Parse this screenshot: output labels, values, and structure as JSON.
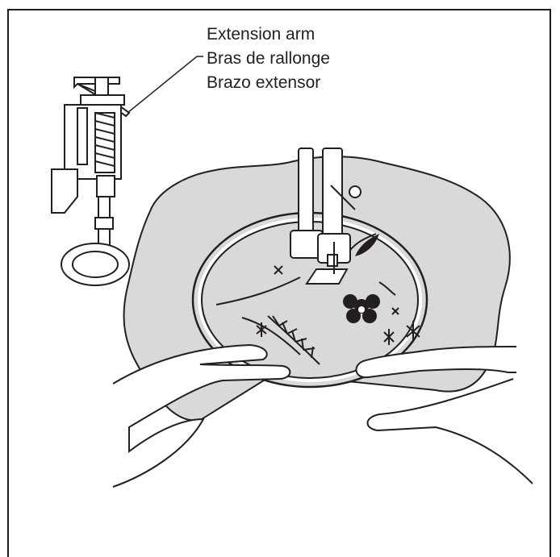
{
  "callout": {
    "lines": [
      "Extension arm",
      "Bras de rallonge",
      "Brazo extensor"
    ]
  },
  "colors": {
    "line": "#231f20",
    "fabric": "#d9d9d9",
    "background": "#ffffff"
  },
  "icons": [
    "darning-foot-icon",
    "presser-foot-icon",
    "embroidery-hoop-icon",
    "hand-icon",
    "flower-motif-icon",
    "star-motif-icon"
  ]
}
